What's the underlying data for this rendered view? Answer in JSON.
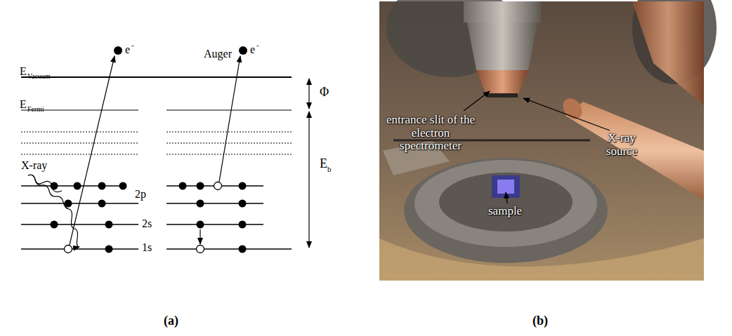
{
  "diagram": {
    "labels": [
      "E",
      "Vacuum",
      "E",
      "Fermi",
      "Φ",
      "E",
      "b",
      "X-ray",
      "2p",
      "2s",
      "1s",
      "e",
      "-",
      "Auger",
      "e",
      "-",
      "entrance slit of the electron spectrometer",
      "X-ray source",
      "sample",
      "(a)",
      "(b)"
    ]
  }
}
